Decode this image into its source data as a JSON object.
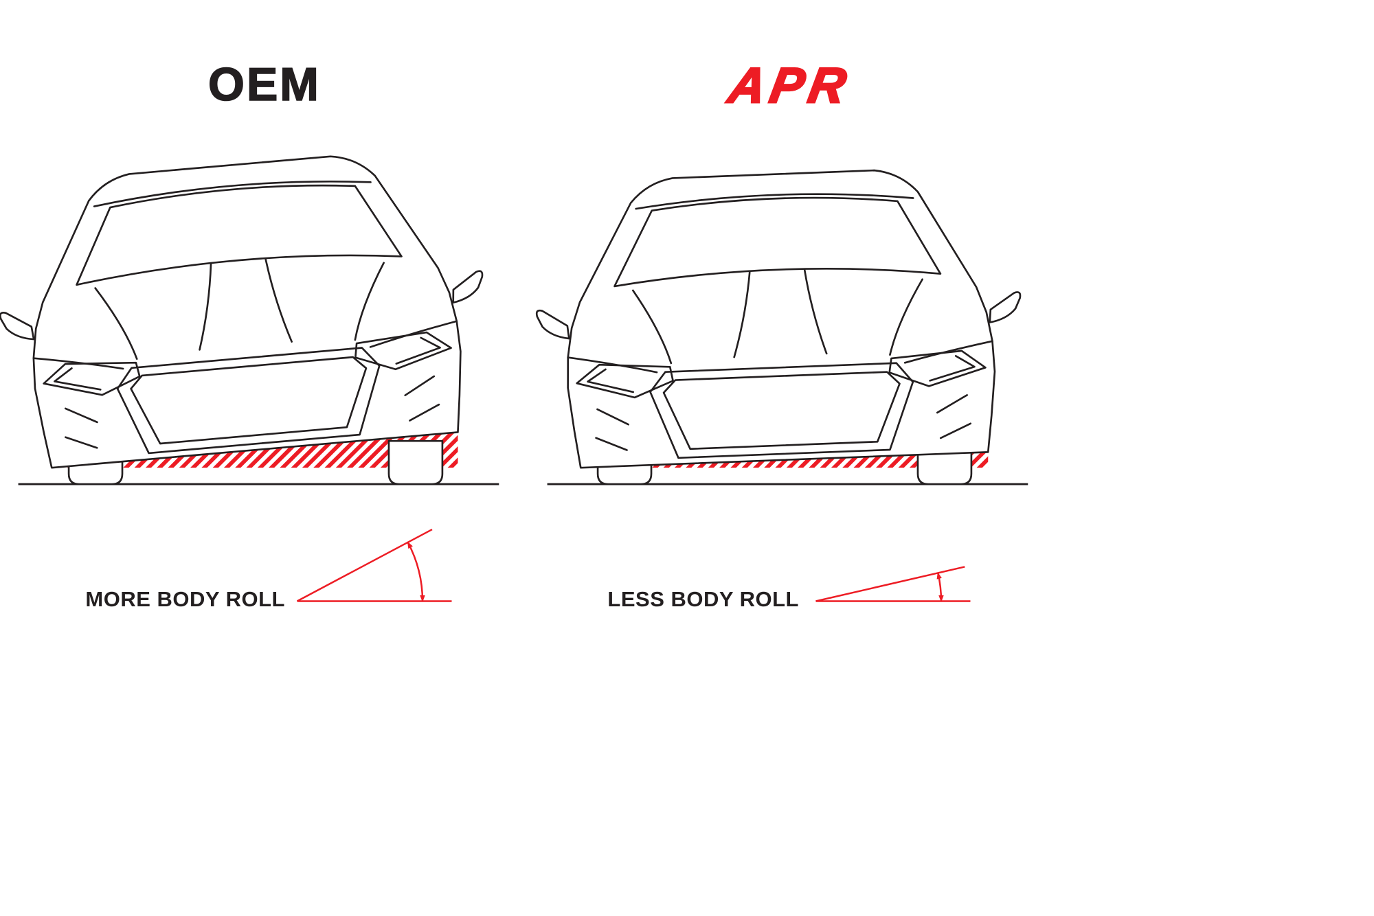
{
  "colors": {
    "accent_red": "#ed1c24",
    "line_black": "#231f20",
    "background": "#ffffff"
  },
  "panels": [
    {
      "id": "oem",
      "title": "OEM",
      "title_color": "#231f20",
      "label": "MORE BODY ROLL",
      "car_roll_deg": 5,
      "indicator_angle_deg": 28
    },
    {
      "id": "apr",
      "title": "APR",
      "title_color": "#ed1c24",
      "label": "LESS BODY ROLL",
      "car_roll_deg": 2.2,
      "indicator_angle_deg": 13
    }
  ]
}
